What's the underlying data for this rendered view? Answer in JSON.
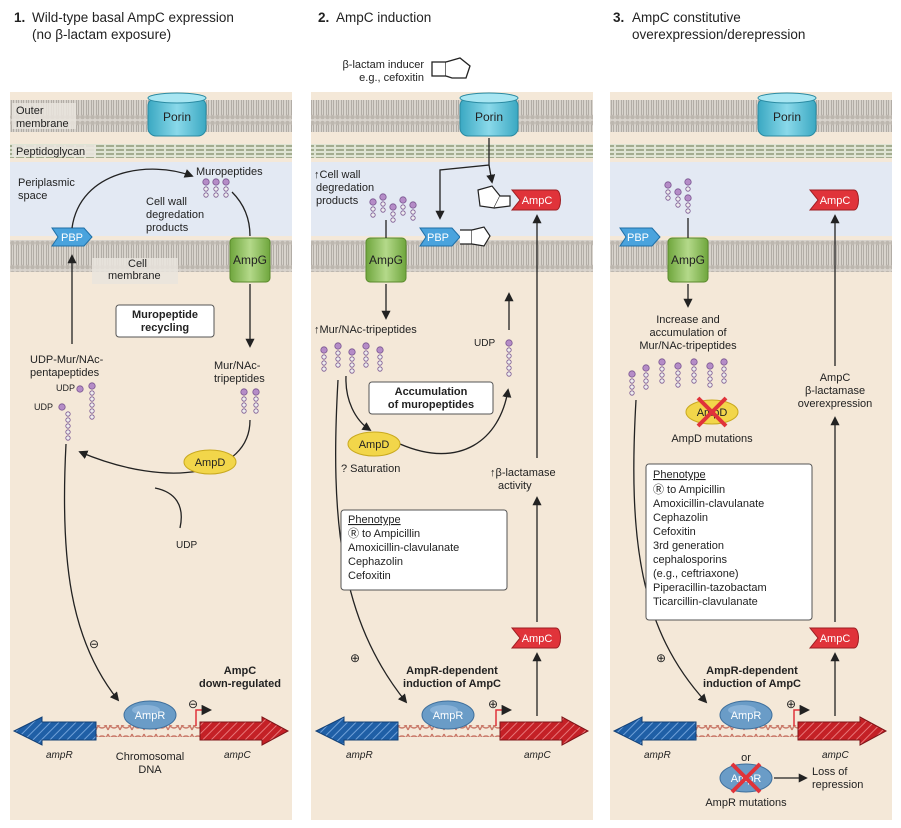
{
  "panels": [
    {
      "num": "1.",
      "title_lines": [
        "Wild-type basal AmpC expression",
        "(no β-lactam exposure)"
      ],
      "outer_membrane_lines": [
        "Outer",
        "membrane"
      ],
      "peptidoglycan": "Peptidoglycan",
      "periplasm_lines": [
        "Periplasmic",
        "space"
      ],
      "cell_membrane_lines": [
        "Cell",
        "membrane"
      ],
      "porin": "Porin",
      "pbp": "PBP",
      "ampg": "AmpG",
      "ampd": "AmpD",
      "ampr": "AmpR",
      "muropeptides": "Muropeptides",
      "cell_wall_lines": [
        "Cell wall",
        "degredation",
        "products"
      ],
      "recycling_lines": [
        "Muropeptide",
        "recycling"
      ],
      "udp_pent_lines": [
        "UDP-Mur/NAc-",
        "pentapeptides"
      ],
      "udp1": "UDP",
      "udp2": "UDP",
      "udp3": "UDP",
      "tripeptides_lines": [
        "Mur/NAc-",
        "tripeptides"
      ],
      "downregulated_lines": [
        "AmpC",
        "down-regulated"
      ],
      "minus": "⊖",
      "minus2": "⊖",
      "chromosomal_lines": [
        "Chromosomal",
        "DNA"
      ],
      "gene_ampr": "ampR",
      "gene_ampc": "ampC"
    },
    {
      "num": "2.",
      "title_lines": [
        "AmpC induction"
      ],
      "inducer_lines": [
        "β-lactam inducer",
        "e.g., cefoxitin"
      ],
      "porin": "Porin",
      "pbp": "PBP",
      "ampg": "AmpG",
      "ampc_top": "AmpC",
      "ampc_bottom": "AmpC",
      "ampd": "AmpD",
      "ampr": "AmpR",
      "cell_wall_lines": [
        "↑Cell wall",
        "degredation",
        "products"
      ],
      "tripeptides": "↑Mur/NAc-tripeptides",
      "udp": "UDP",
      "accumulation_lines": [
        "Accumulation",
        "of muropeptides"
      ],
      "saturation": "? Saturation",
      "blactamase_lines": [
        "↑β-lactamase",
        "activity"
      ],
      "phenotype_title": "Phenotype",
      "phenotype_lines": [
        "Ⓡ to Ampicillin",
        "Amoxicillin-clavulanate",
        "Cephazolin",
        "Cefoxitin"
      ],
      "plus": "⊕",
      "plus2": "⊕",
      "induction_lines": [
        "AmpR-dependent",
        "induction of AmpC"
      ],
      "gene_ampr": "ampR",
      "gene_ampc": "ampC"
    },
    {
      "num": "3.",
      "title_lines": [
        "AmpC constitutive",
        "overexpression/derepression"
      ],
      "porin": "Porin",
      "pbp": "PBP",
      "ampg": "AmpG",
      "ampc_top": "AmpC",
      "ampc_bottom": "AmpC",
      "ampd": "AmpD",
      "ampr": "AmpR",
      "ampr2": "AmpR",
      "increase_lines": [
        "Increase and",
        "accumulation of",
        "Mur/NAc-tripeptides"
      ],
      "ampd_mut": "AmpD mutations",
      "overexp_lines": [
        "AmpC",
        "β-lactamase",
        "overexpression"
      ],
      "phenotype_title": "Phenotype",
      "phenotype_lines": [
        "Ⓡ to Ampicillin",
        "Amoxicillin-clavulanate",
        "Cephazolin",
        "Cefoxitin",
        "3rd generation",
        "cephalosporins",
        "(e.g., ceftriaxone)",
        "Piperacillin-tazobactam",
        "Ticarcillin-clavulanate"
      ],
      "plus": "⊕",
      "plus2": "⊕",
      "induction_lines": [
        "AmpR-dependent",
        "induction of AmpC"
      ],
      "or": "or",
      "loss_lines": [
        "Loss of",
        "repression"
      ],
      "ampr_mut": "AmpR mutations",
      "gene_ampr": "ampR",
      "gene_ampc": "ampC"
    }
  ],
  "colors": {
    "panel_bg": "#f4e8d8",
    "periplasm": "#e3e9f3",
    "membrane_head": "#c9c4bd",
    "membrane_line": "#8a8580",
    "peptidoglycan": "#9fa88a",
    "porin": "#5fc1d6",
    "pbp": "#4aa3dd",
    "ampg": "#8dbf58",
    "ampd": "#f2d64a",
    "ampr": "#6a9cc7",
    "ampc": "#e0333a",
    "gene_ampr": "#1f5fa6",
    "gene_ampc": "#c42026",
    "muropeptide": "#b58cc7",
    "promoter": "#e0333a"
  }
}
